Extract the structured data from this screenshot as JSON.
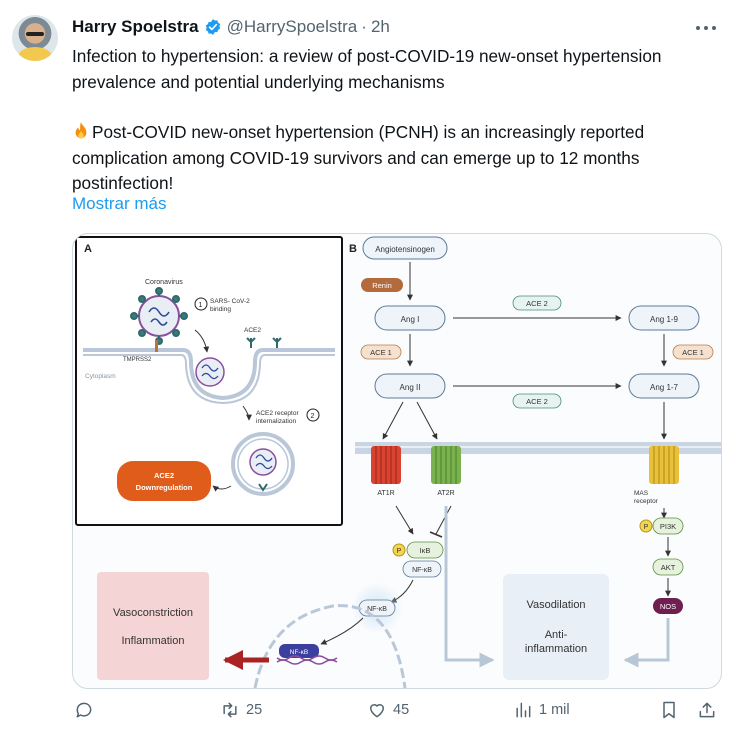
{
  "author": {
    "name": "Harry Spoelstra",
    "handle": "@HarrySpoelstra",
    "separator": "·",
    "time": "2h"
  },
  "tweet": {
    "line1": "Infection to hypertension: a review of post-COVID-19 new-onset hypertension prevalence and potential underlying mechanisms",
    "line2": "Post-COVID new-onset hypertension (PCNH) is an increasingly reported complication among COVID-19 survivors and can emerge up to 12 months postinfection!",
    "show_more": "Mostrar más"
  },
  "figure": {
    "panel_a": {
      "label": "A",
      "coronavirus": "Coronavirus",
      "step1_num": "1",
      "step1_line1": "SARS- CoV-2",
      "step1_line2": "binding",
      "ace2": "ACE2",
      "tmprss2": "TMPRSS2",
      "cytoplasm": "Cytoplasm",
      "step2_num": "2",
      "step2_line1": "ACE2 receptor",
      "step2_line2": "internalization",
      "downreg_line1": "ACE2",
      "downreg_line2": "Downregulation"
    },
    "panel_b": {
      "label": "B",
      "angiotensinogen": "Angiotensinogen",
      "renin": "Renin",
      "ace2_top": "ACE 2",
      "ang1": "Ang I",
      "ang19": "Ang 1-9",
      "ace1_left": "ACE 1",
      "ace1_right": "ACE 1",
      "ang2": "Ang II",
      "ang17": "Ang 1-7",
      "ace2_mid": "ACE 2",
      "at1r": "AT1R",
      "at2r": "AT2R",
      "mas_line1": "MAS",
      "mas_line2": "receptor",
      "p1": "P",
      "ikb": "IκB",
      "nfkb1": "NF-κB",
      "nfkb2": "NF-κB",
      "nfkb3": "NF-κB",
      "p2": "P",
      "pi3k": "PI3K",
      "akt": "AKT",
      "nos": "NOS",
      "vasoconstriction": "Vasoconstriction",
      "inflammation": "Inflammation",
      "vasodilation": "Vasodilation",
      "anti1": "Anti-",
      "anti2": "inflammation"
    }
  },
  "actions": {
    "reply_count": "",
    "retweet_count": "25",
    "like_count": "45",
    "views_count": "1 mil"
  },
  "colors": {
    "link": "#1d9bf0",
    "muted": "#536471",
    "verified": "#1d9bf0"
  }
}
